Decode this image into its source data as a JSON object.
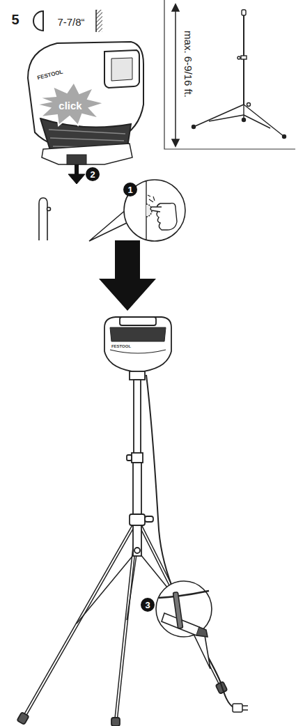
{
  "diagram": {
    "labels": [
      "5",
      "7-7/8“",
      "max. 6-9/16 ft.",
      "FESTOOL",
      "click",
      "2",
      "1",
      "FESTOOL",
      "3"
    ]
  }
}
